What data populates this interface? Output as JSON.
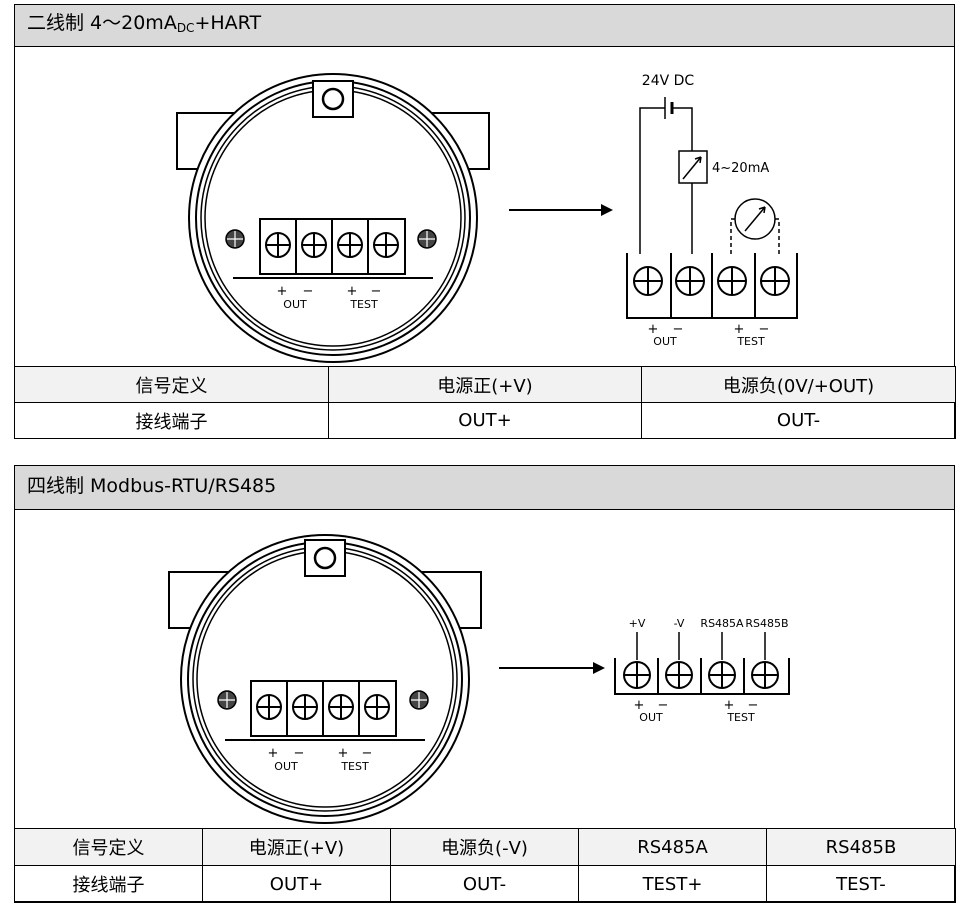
{
  "section1": {
    "title_prefix": "二线制 4～20mA",
    "title_sub": "DC",
    "title_suffix": "+HART",
    "device_labels": {
      "plus": "+",
      "minus": "−",
      "out": "OUT",
      "test": "TEST"
    },
    "circuit": {
      "source_label": "24V DC",
      "ammeter_label": "4~20mA",
      "plus": "+",
      "minus": "−",
      "out": "OUT",
      "test": "TEST"
    },
    "table": {
      "header": [
        "信号定义",
        "电源正(+V)",
        "电源负(0V/+OUT)"
      ],
      "row": [
        "接线端子",
        "OUT+",
        "OUT-"
      ]
    }
  },
  "section2": {
    "title": "四线制 Modbus-RTU/RS485",
    "device_labels": {
      "plus": "+",
      "minus": "−",
      "out": "OUT",
      "test": "TEST"
    },
    "terminal_labels": [
      "+V",
      "-V",
      "RS485A",
      "RS485B"
    ],
    "circuit": {
      "plus": "+",
      "minus": "−",
      "out": "OUT",
      "test": "TEST"
    },
    "table": {
      "header": [
        "信号定义",
        "电源正(+V)",
        "电源负(-V)",
        "RS485A",
        "RS485B"
      ],
      "row": [
        "接线端子",
        "OUT+",
        "OUT-",
        "TEST+",
        "TEST-"
      ]
    }
  }
}
